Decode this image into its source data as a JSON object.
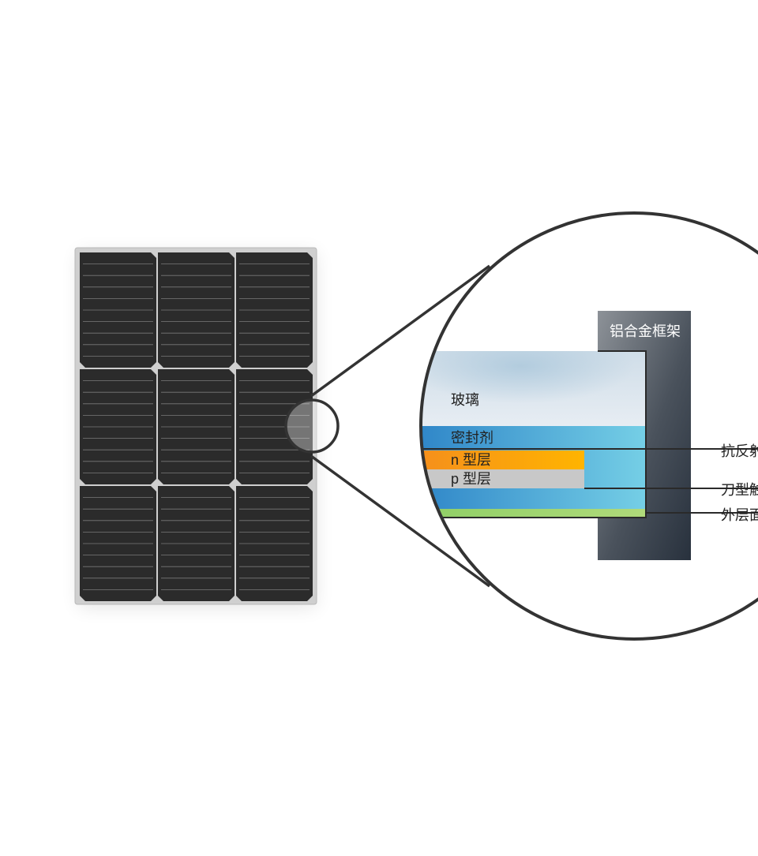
{
  "layers": {
    "frame": "铝合金框架",
    "glass": "玻璃",
    "encapsulant": "密封剂",
    "n_type": "n 型层",
    "p_type": "p 型层"
  },
  "callouts": {
    "anti_reflective": "抗反射",
    "blade_contact": "刀型触",
    "outer_surface": "外层面"
  },
  "colors": {
    "panel_cell": "#2b2b2b",
    "panel_frame": "#c9c9c9",
    "frame_dark": "#2a3340",
    "frame_light": "#8b9097",
    "glass": "#dde6ef",
    "encapsulant": "#3a9ad6",
    "n_type": "#f4a11a",
    "p_type": "#c8c8c8",
    "backsheet": "#9ecf6e",
    "outline": "#333333"
  }
}
